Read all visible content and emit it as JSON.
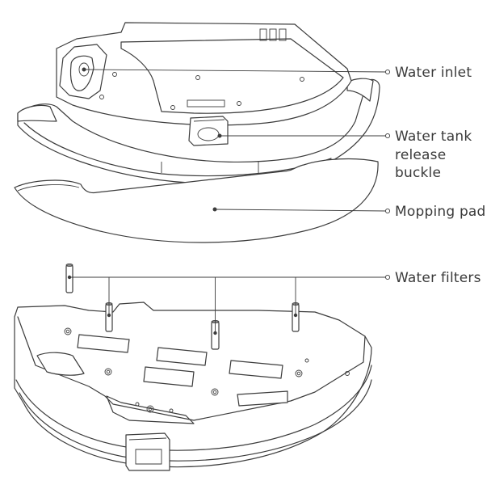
{
  "labels": {
    "water_inlet": "Water inlet",
    "release_buckle_line1": "Water tank",
    "release_buckle_line2": "release buckle",
    "mopping_pad": "Mopping pad",
    "water_filters": "Water filters"
  }
}
